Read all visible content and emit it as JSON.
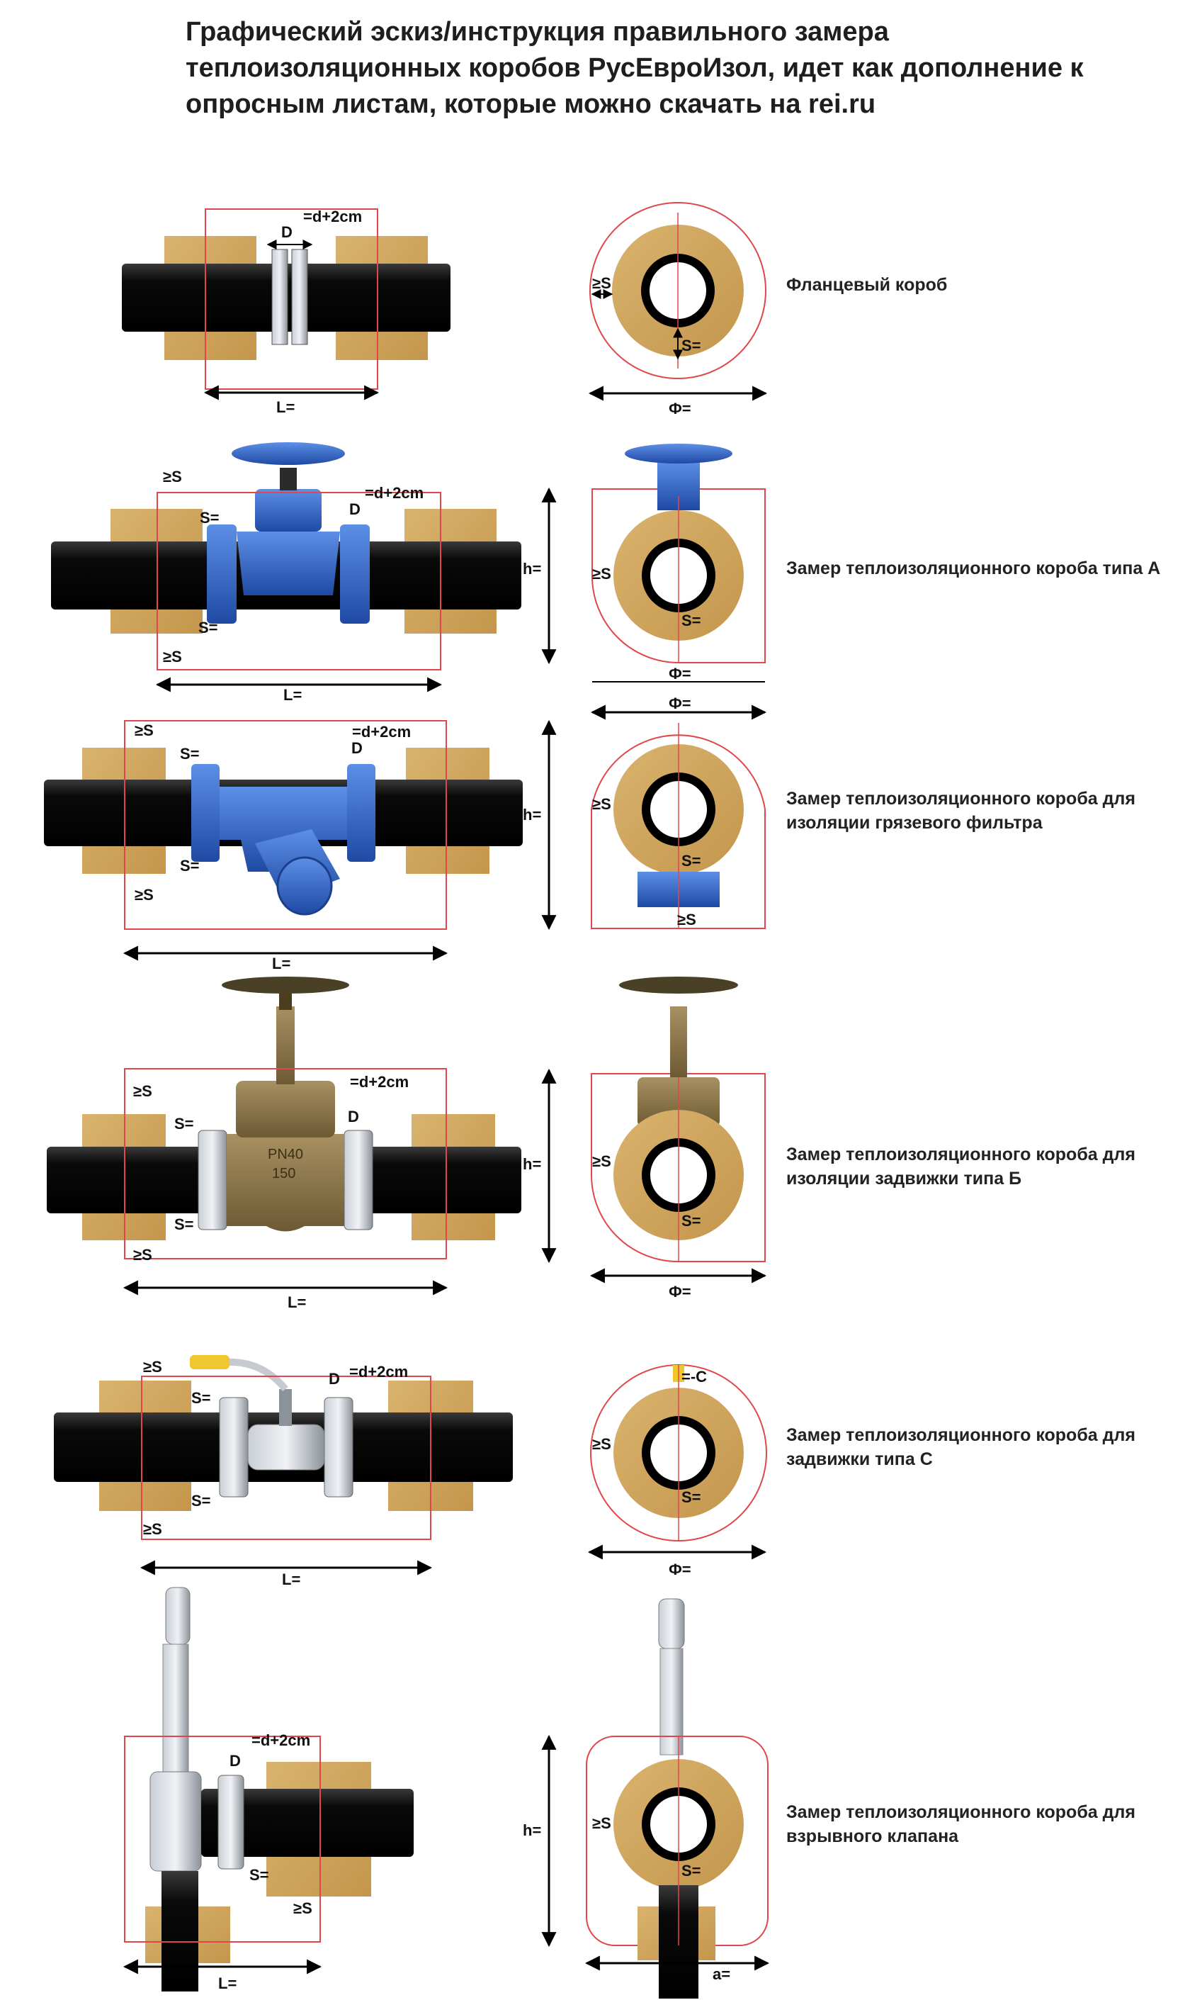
{
  "title": {
    "lines": [
      "Графический эскиз/инструкция правильного замера",
      "теплоизоляционных коробов РусЕвроИзол, идет как дополнение к",
      "опросным листам, которые можно скачать на rei.ru"
    ]
  },
  "captions": {
    "flange": "Фланцевый короб",
    "type_a": "Замер теплоизоляционного короба типа А",
    "filter": "Замер теплоизоляционного короба для изоляции грязевого фильтра",
    "type_b": "Замер теплоизоляционного короба для изоляции задвижки типа Б",
    "type_c": "Замер теплоизоляционного короба для задвижки типа С",
    "relief": "Замер теплоизоляционного короба для взрывного клапана"
  },
  "labels": {
    "D": "D",
    "d2cm": "=d+2cm",
    "L": "L=",
    "S": "S=",
    "geS": "≥S",
    "phi": "Ф=",
    "h": "h=",
    "minusC": "=-C",
    "a": "a="
  },
  "valve_marking": [
    "PN40",
    "150"
  ],
  "colors": {
    "frame": "#e0474c",
    "pipe": "#0d0d0d",
    "insulation": "#cfa35a",
    "blue_valve": "#2f63c4",
    "bronze_valve": "#8a7344",
    "steel": "#9ea4ad"
  }
}
